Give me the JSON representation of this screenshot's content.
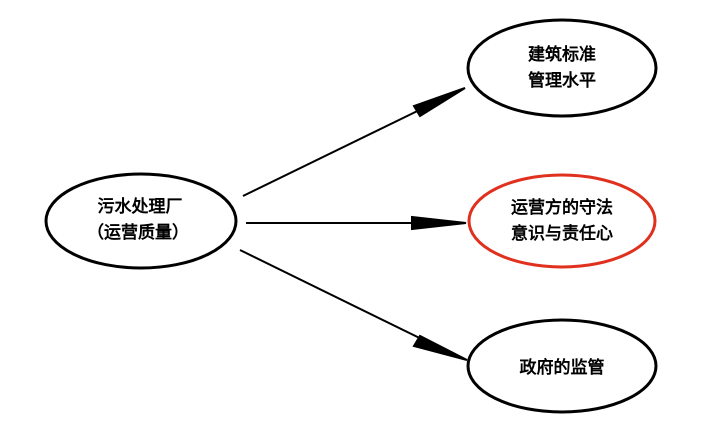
{
  "diagram": {
    "colors": {
      "edge": "#000000",
      "node_border": "#000000",
      "highlight_border": "#e0301e",
      "background": "#ffffff"
    },
    "nodes": {
      "source": {
        "line1": "污水处理厂",
        "line2": "（运营质量）"
      },
      "standard": {
        "line1": "建筑标准",
        "line2": "管理水平"
      },
      "operator": {
        "line1": "运营方的守法",
        "line2": "意识与责任心"
      },
      "government": {
        "line1": "政府的监管"
      }
    }
  }
}
